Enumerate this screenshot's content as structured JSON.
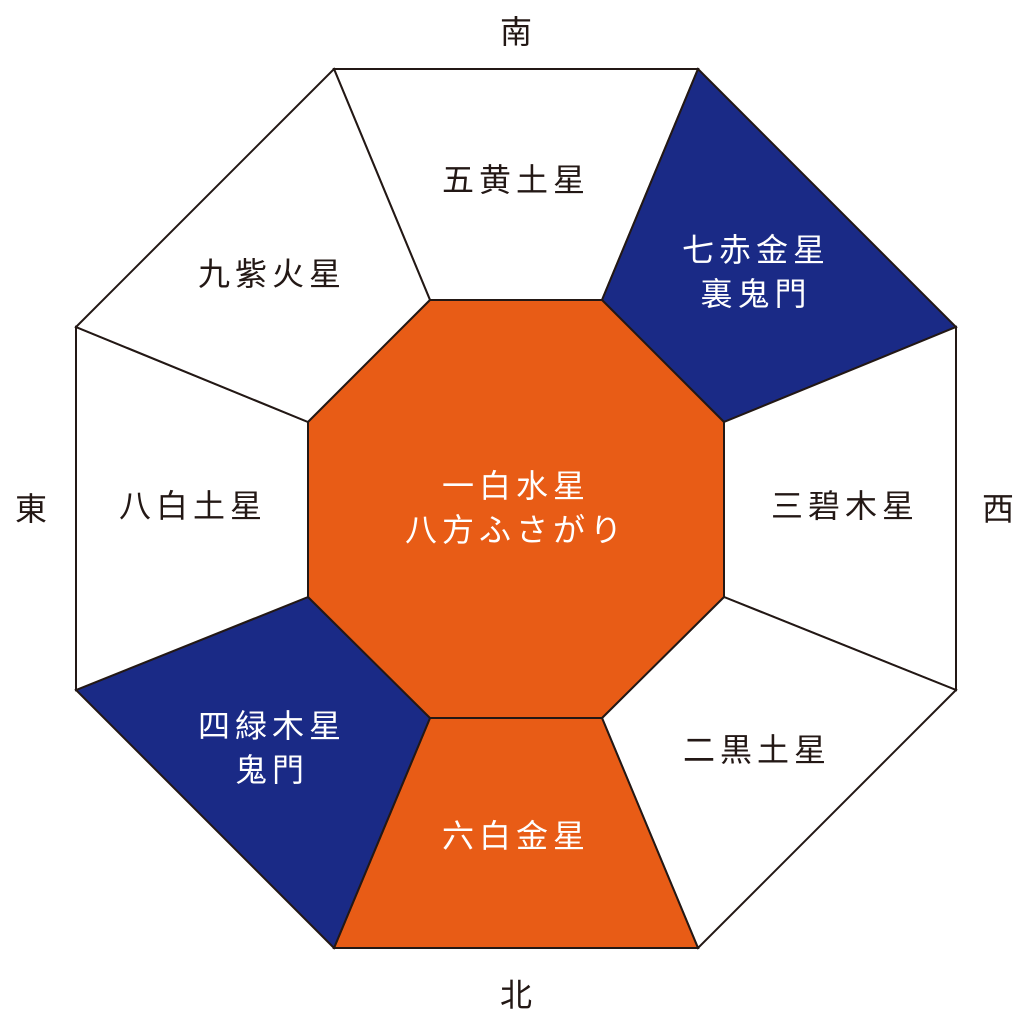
{
  "colors": {
    "orange": "#E85C16",
    "navy": "#1A2A86",
    "white": "#FFFFFF",
    "stroke": "#231815",
    "text_dark": "#231815",
    "text_light": "#FFFFFF"
  },
  "directions": {
    "south": "南",
    "north": "北",
    "east": "東",
    "west": "西"
  },
  "center": {
    "line1": "一白水星",
    "line2": "八方ふさがり",
    "fill": "orange"
  },
  "sectors": {
    "south": {
      "line1": "五黄土星",
      "fill": "white"
    },
    "southwest": {
      "line1": "七赤金星",
      "line2": "裏鬼門",
      "fill": "navy"
    },
    "west": {
      "line1": "三碧木星",
      "fill": "white"
    },
    "northwest": {
      "line1": "二黒土星",
      "fill": "white"
    },
    "north": {
      "line1": "六白金星",
      "fill": "orange"
    },
    "northeast": {
      "line1": "四緑木星",
      "line2": "鬼門",
      "fill": "navy"
    },
    "east": {
      "line1": "八白土星",
      "fill": "white"
    },
    "southeast": {
      "line1": "九紫火星",
      "fill": "white"
    }
  }
}
